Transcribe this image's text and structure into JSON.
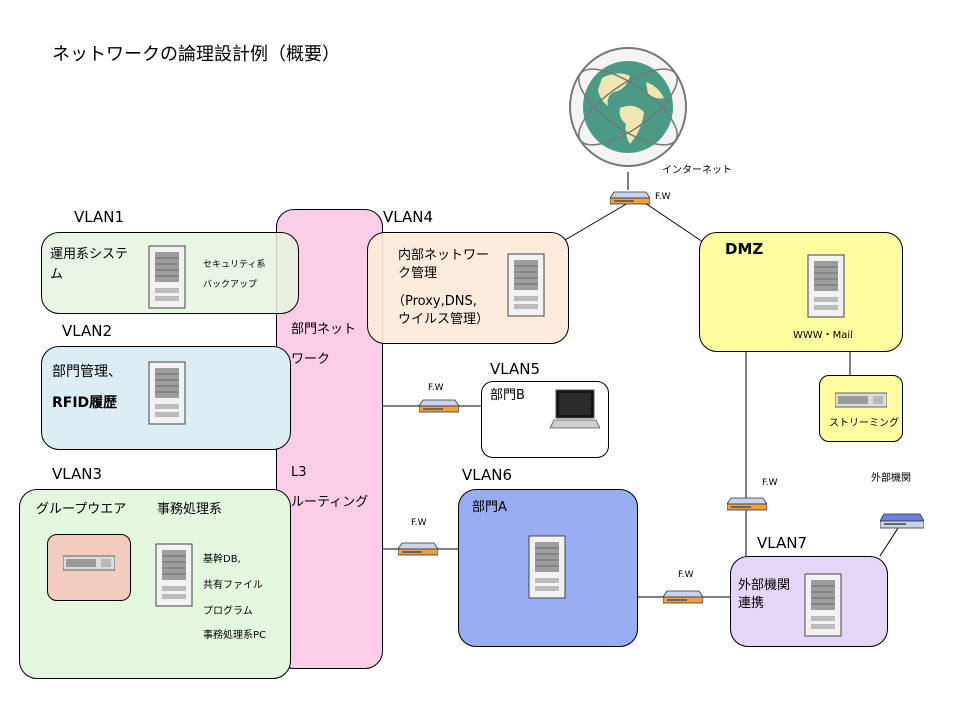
{
  "title": "ネットワークの論理設計例（概要）",
  "internet": {
    "label": "インターネット",
    "fw": "F.W"
  },
  "vlans": {
    "v1": {
      "name": "VLAN1",
      "text": "運用系システ\nム",
      "sub1": "セキュリティ系",
      "sub2": "バックアップ"
    },
    "v2": {
      "name": "VLAN2",
      "line1": "部門管理、",
      "line2": "RFID履歴"
    },
    "v3": {
      "name": "VLAN3",
      "left": "グループウエア",
      "right": "事務処理系",
      "items": [
        "基幹DB,",
        "共有ファイル",
        "プログラム",
        "事務処理系PC"
      ]
    },
    "v4": {
      "name": "VLAN4",
      "line1": "内部ネットワー",
      "line2": "ク管理",
      "line3": "（Proxy,DNS,",
      "line4": "ウイルス管理）"
    },
    "v5": {
      "name": "VLAN5",
      "text": "部門B",
      "fw": "F.W"
    },
    "v6": {
      "name": "VLAN6",
      "text": "部門A",
      "fw": "F.W"
    },
    "v7": {
      "name": "VLAN7",
      "line1": "外部機関",
      "line2": "連携",
      "fw": "F.W"
    }
  },
  "core": {
    "line1": "部門ネット",
    "line2": "ワーク",
    "line3": "L3",
    "line4": "ルーティング"
  },
  "dmz": {
    "name": "DMZ",
    "server": "WWW・Mail",
    "streaming": "ストリーミング",
    "fw": "F.W"
  },
  "external": {
    "label": "外部機関"
  },
  "colors": {
    "v1": "#e6f5e1",
    "v2": "#dceef3",
    "v3": "#e4f8e0",
    "v4": "#fdeada",
    "v6": "#99acf4",
    "v7": "#e3d6f6",
    "dmz": "#fefd9f",
    "core": "#fbcde7"
  }
}
